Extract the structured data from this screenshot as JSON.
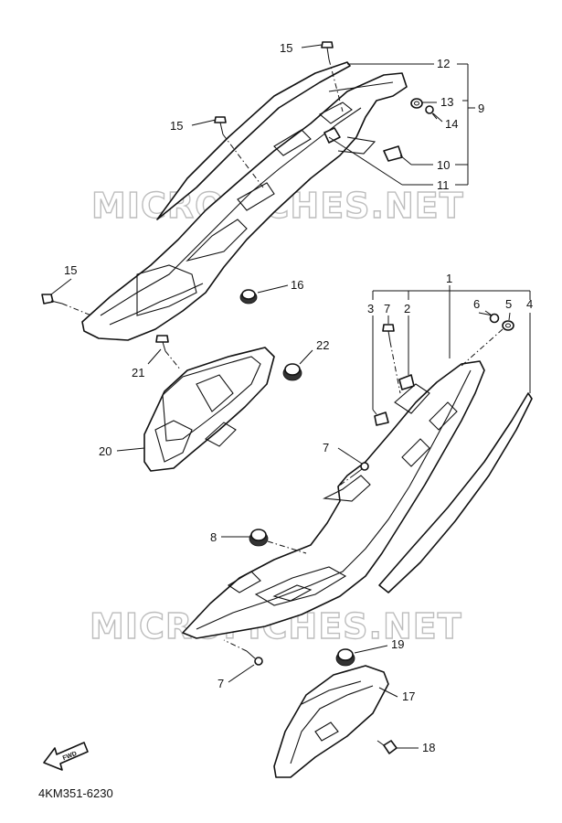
{
  "diagram_code": "4KM351-6230",
  "watermark_text": "MICROFICHES.NET",
  "fwd_label": "FWD",
  "callouts": {
    "n1": "1",
    "n2": "2",
    "n3": "3",
    "n4": "4",
    "n5": "5",
    "n6": "6",
    "n7a": "7",
    "n7b": "7",
    "n7c": "7",
    "n8": "8",
    "n9": "9",
    "n10": "10",
    "n11": "11",
    "n12": "12",
    "n13": "13",
    "n14": "14",
    "n15a": "15",
    "n15b": "15",
    "n15c": "15",
    "n16": "16",
    "n17": "17",
    "n18": "18",
    "n19": "19",
    "n20": "20",
    "n21": "21",
    "n22": "22"
  }
}
